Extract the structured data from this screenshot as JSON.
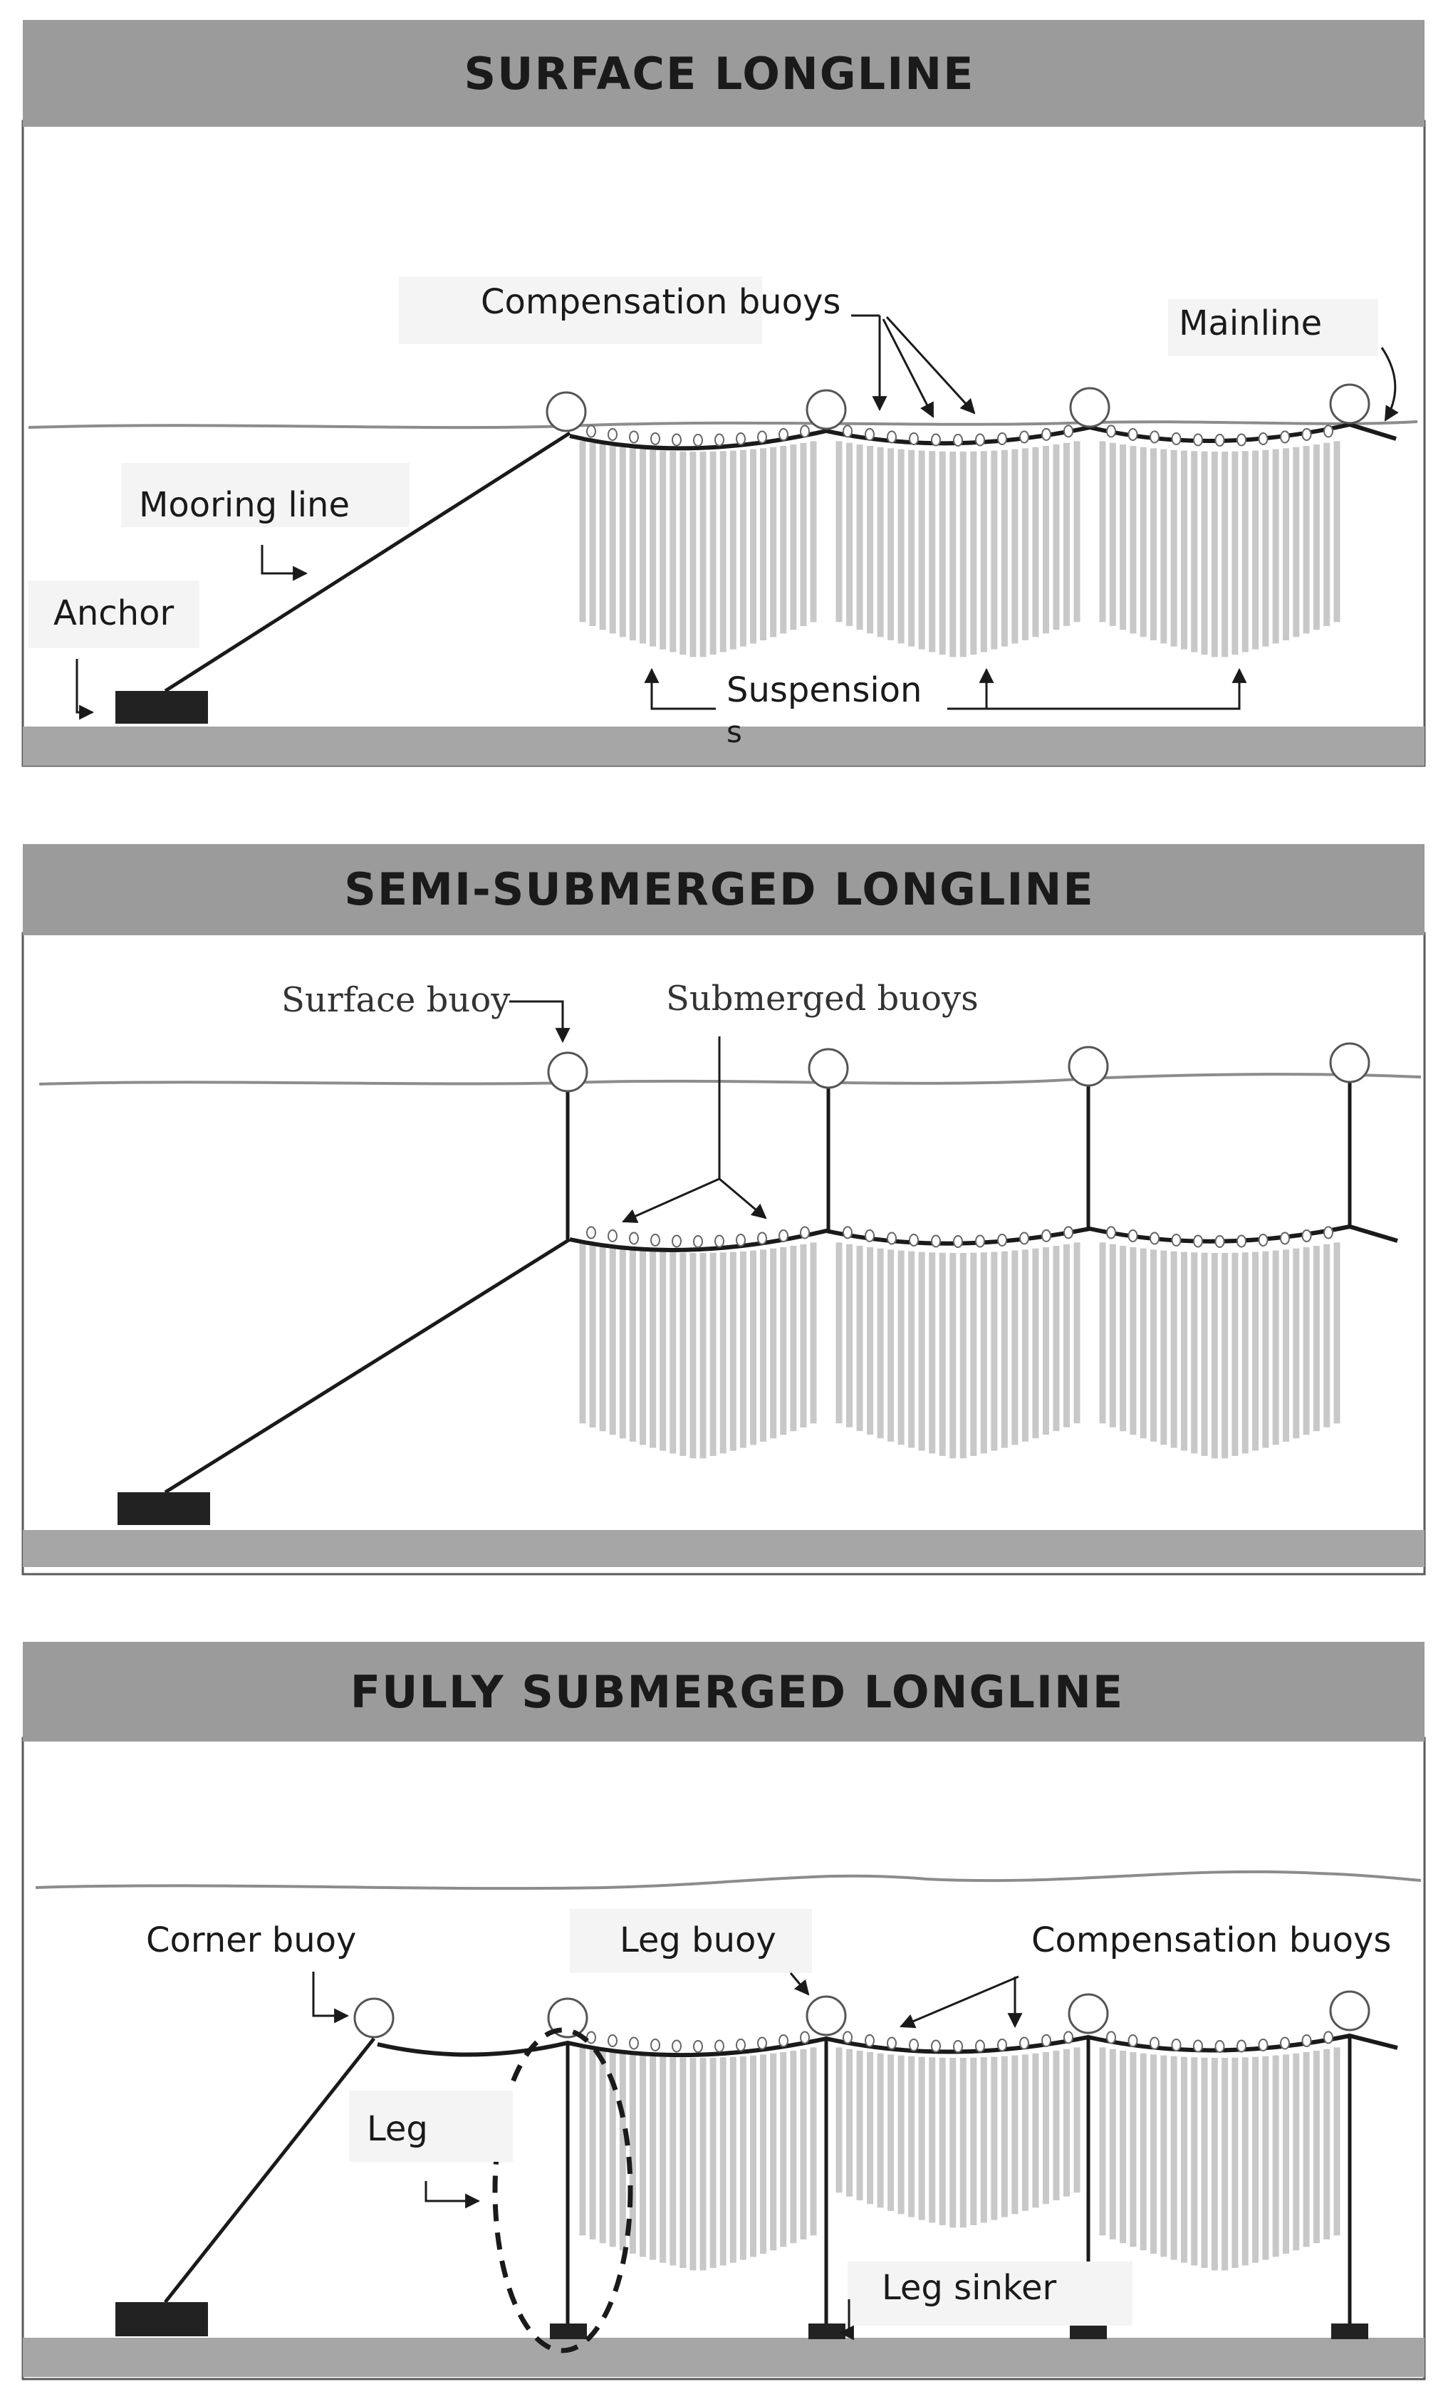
{
  "panels": [
    {
      "id": "surface",
      "title": "SURFACE LONGLINE",
      "labels": {
        "compensation_buoys": "Compensation buoys",
        "mainline": "Mainline",
        "mooring_line": "Mooring line",
        "anchor": "Anchor",
        "suspensions": "Suspension",
        "suspensions_wrap": "s"
      }
    },
    {
      "id": "semi",
      "title": "SEMI-SUBMERGED LONGLINE",
      "labels": {
        "surface_buoy": "Surface buoy",
        "submerged_buoys": "Submerged buoys"
      }
    },
    {
      "id": "fully",
      "title": "FULLY SUBMERGED LONGLINE",
      "labels": {
        "corner_buoy": "Corner buoy",
        "leg_buoy": "Leg buoy",
        "compensation_buoys": "Compensation buoys",
        "leg": "Leg",
        "leg_sinker": "Leg sinker"
      }
    }
  ],
  "colors": {
    "header": "#9b9b9b",
    "floor": "#a6a6a6",
    "suspension": "#c8c8c8",
    "line": "#1a1a1a"
  }
}
